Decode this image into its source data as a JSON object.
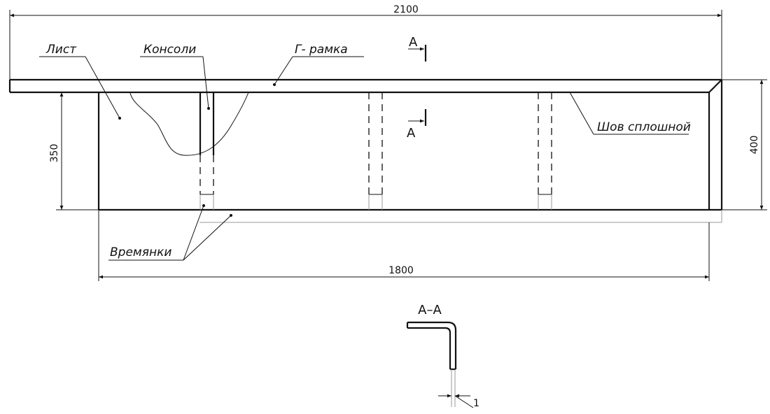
{
  "labels": {
    "sheet": "Лист",
    "consoles": "Консоли",
    "g_frame": "Г- рамка",
    "weld": "Шов сплошной",
    "temporary": "Времянки"
  },
  "dimensions": {
    "overall_length": "2100",
    "sheet_length": "1800",
    "sheet_height": "350",
    "total_height": "400",
    "thickness": "1"
  },
  "section": {
    "marker": "А",
    "title": "А–А"
  },
  "colors": {
    "ink": "#111111",
    "faint": "#999999"
  }
}
